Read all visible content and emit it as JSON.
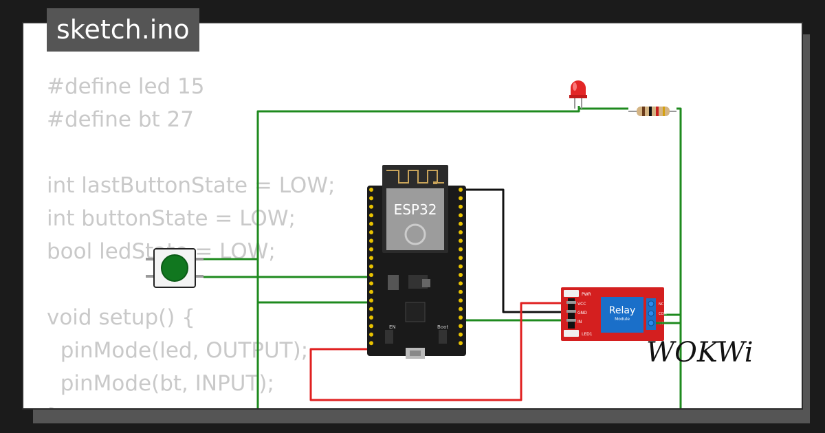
{
  "window": {
    "title": "sketch.ino"
  },
  "code": {
    "lines": [
      "#define led 15",
      "#define bt 27",
      "",
      "int lastButtonState = LOW;",
      "int buttonState = LOW;",
      "bool ledState = LOW;",
      "",
      "void setup() {",
      "  pinMode(led, OUTPUT);",
      "  pinMode(bt, INPUT);",
      "}"
    ]
  },
  "components": {
    "esp32": {
      "label": "ESP32"
    },
    "relay": {
      "label": "Relay",
      "sublabel": "Module",
      "pins": [
        "VCC",
        "GND",
        "IN"
      ],
      "pwr_label": "PWR",
      "led_label": "LED1",
      "terminals": [
        "NC",
        "COM",
        "NO"
      ]
    },
    "esp32_buttons": {
      "en": "EN",
      "boot": "Boot"
    }
  },
  "branding": {
    "logo": "WOKWi"
  },
  "colors": {
    "wire_green": "#1e8a1e",
    "wire_red": "#e02020",
    "wire_black": "#111111",
    "relay_board": "#d41f1f",
    "esp_board": "#1a1a1a"
  }
}
